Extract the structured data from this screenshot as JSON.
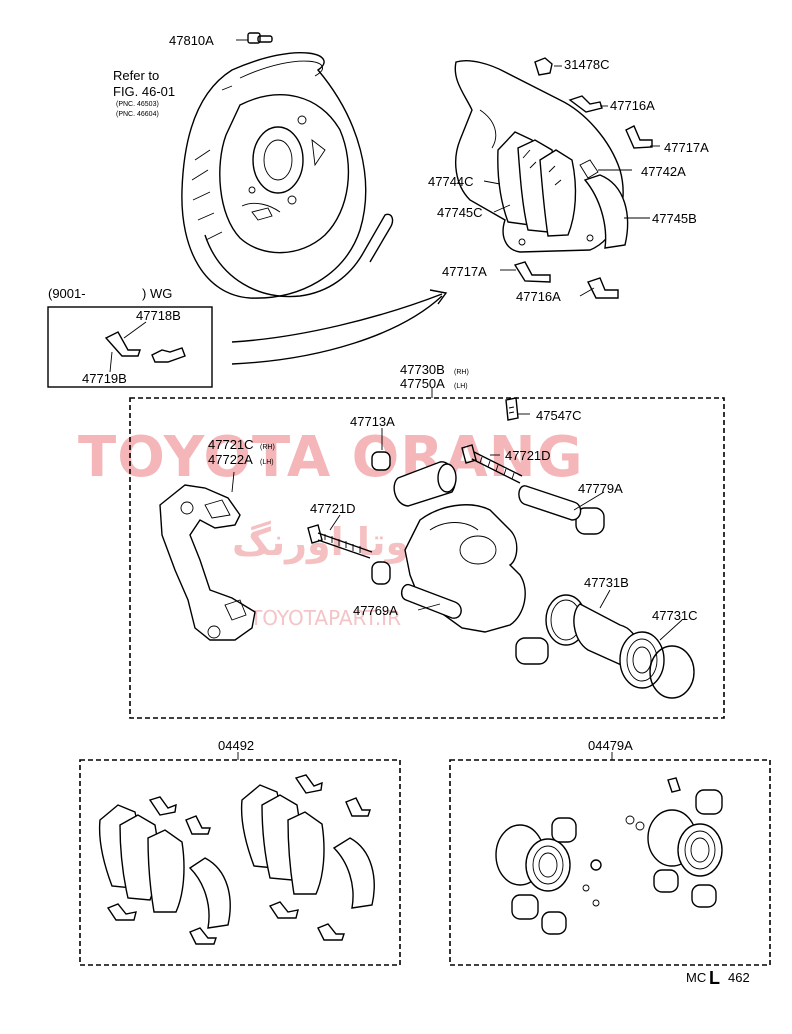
{
  "labels": {
    "p47810A": "47810A",
    "refer_line1": "Refer to",
    "refer_line2": "FIG. 46-01",
    "refer_pnc1": "(PNC. 46503)",
    "refer_pnc2": "(PNC. 46604)",
    "p31478C": "31478C",
    "p47716A_top": "47716A",
    "p47717A_top": "47717A",
    "p47744C": "47744C",
    "p47742A": "47742A",
    "p47745C": "47745C",
    "p47745B": "47745B",
    "p47717A_low": "47717A",
    "p47716A_low": "47716A",
    "wg_range": "(9001-",
    "wg_suffix": ") WG",
    "p47718B": "47718B",
    "p47719B": "47719B",
    "p47730B": "47730B",
    "p47730B_sub": "(RH)",
    "p47750A": "47750A",
    "p47750A_sub": "(LH)",
    "p47713A": "47713A",
    "p47547C": "47547C",
    "p47721C": "47721C",
    "p47721C_sub": "(RH)",
    "p47722A": "47722A",
    "p47722A_sub": "(LH)",
    "p47721D_right": "47721D",
    "p47779A": "47779A",
    "p47721D_left": "47721D",
    "p47731B": "47731B",
    "p47769A": "47769A",
    "p47731C": "47731C",
    "kit_pads": "04492",
    "kit_seals": "04479A",
    "code_prefix": "MC",
    "code_mark": "L",
    "code_number": "462"
  },
  "watermarks": {
    "main": "TOYOTA ORANG",
    "arabic": "تویوتا اورنگ",
    "site": "TOYOTAPART.IR"
  },
  "colors": {
    "watermark": "#f4b6b9",
    "line": "#000000",
    "background": "#ffffff"
  }
}
